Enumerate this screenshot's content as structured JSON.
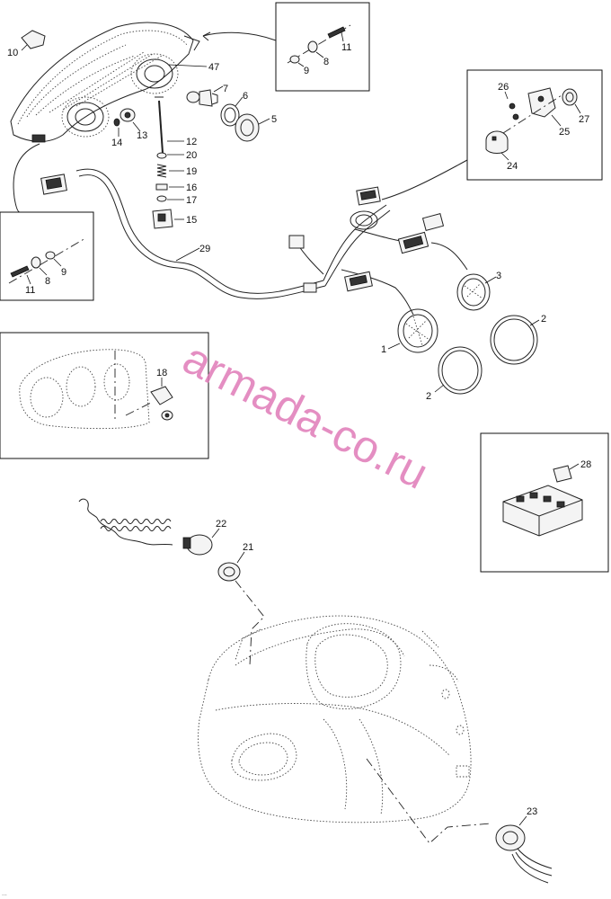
{
  "watermark": "armada-co.ru",
  "footer_text": "...",
  "labels": {
    "l1": "1",
    "l2a": "2",
    "l2b": "2",
    "l3": "3",
    "l5": "5",
    "l6": "6",
    "l7": "7",
    "l8a": "8",
    "l8b": "8",
    "l9a": "9",
    "l9b": "9",
    "l10": "10",
    "l11a": "11",
    "l11b": "11",
    "l12": "12",
    "l13": "13",
    "l14": "14",
    "l15": "15",
    "l16": "16",
    "l17": "17",
    "l18": "18",
    "l19": "19",
    "l20": "20",
    "l21": "21",
    "l22": "22",
    "l23": "23",
    "l24": "24",
    "l25": "25",
    "l26": "26",
    "l27": "27",
    "l28": "28",
    "l29": "29",
    "l47": "47"
  }
}
